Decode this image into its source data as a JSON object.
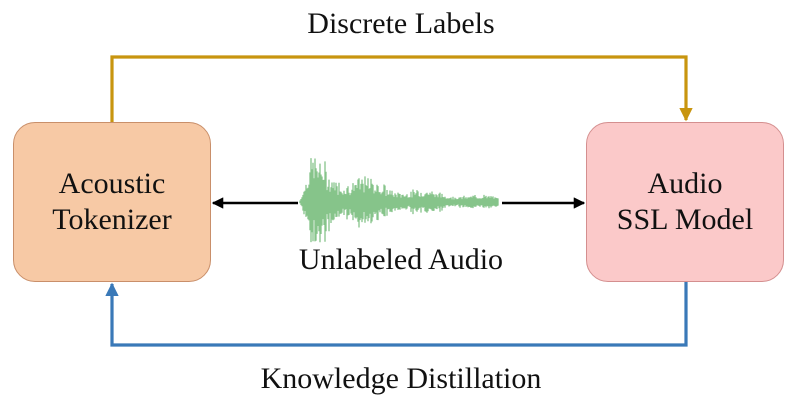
{
  "labels": {
    "discrete_labels": "Discrete Labels",
    "unlabeled_audio": "Unlabeled Audio",
    "knowledge_distillation": "Knowledge Distillation"
  },
  "boxes": {
    "tokenizer": {
      "line1": "Acoustic",
      "line2": "Tokenizer"
    },
    "ssl_model": {
      "line1": "Audio",
      "line2": "SSL Model"
    }
  },
  "colors": {
    "tokenizer_fill": "#f7c9a5",
    "ssl_fill": "#fbc9c9",
    "discrete_arrow": "#c8950f",
    "distillation_arrow": "#3a79b8",
    "waveform": "#86c48a"
  }
}
